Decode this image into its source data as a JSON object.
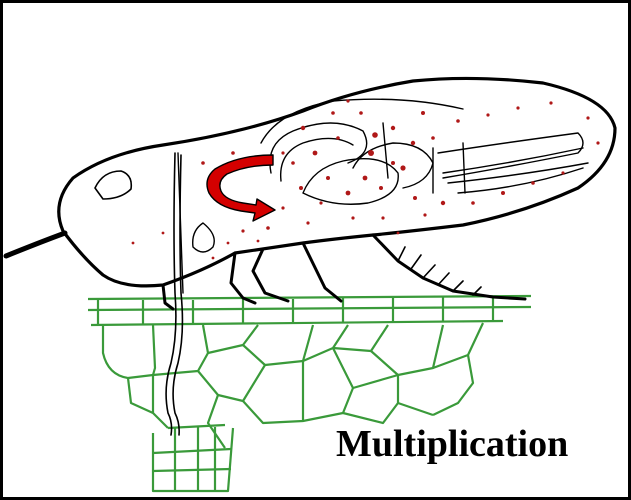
{
  "diagram": {
    "caption": "Multiplication",
    "colors": {
      "outline": "#000000",
      "plant_cells": "#3a9a3a",
      "pathogen_dots": "#b01818",
      "arrow": "#d40000",
      "background": "#ffffff"
    },
    "icons": [
      "insect-vector",
      "plant-tissue",
      "stylet",
      "circulation-arrow",
      "pathogen-particles"
    ]
  }
}
